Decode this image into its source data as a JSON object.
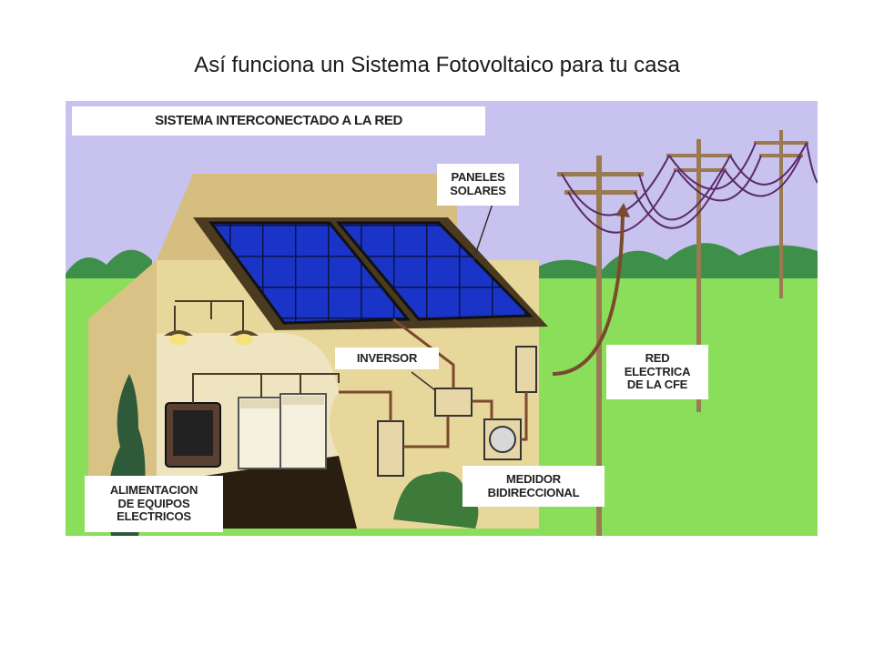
{
  "slide": {
    "title": "Así funciona un Sistema Fotovoltaico para tu casa"
  },
  "diagram": {
    "header_label": "SISTEMA INTERCONECTADO A LA RED",
    "labels": {
      "solar_panels": [
        "PANELES",
        "SOLARES"
      ],
      "inverter": [
        "INVERSOR"
      ],
      "grid": [
        "RED",
        "ELECTRICA",
        "DE LA CFE"
      ],
      "meter": [
        "MEDIDOR",
        "BIDIRECCIONAL"
      ],
      "appliances": [
        "ALIMENTACION",
        "DE EQUIPOS",
        "ELECTRICOS"
      ]
    },
    "colors": {
      "sky": "#C8C2EE",
      "grass": "#8ADE5A",
      "hills": "#3E8F4A",
      "house_wall": "#E8D79A",
      "solar_panel": "#1A34C8",
      "wire": "#7A4A2E",
      "pole": "#9A7A50"
    }
  }
}
